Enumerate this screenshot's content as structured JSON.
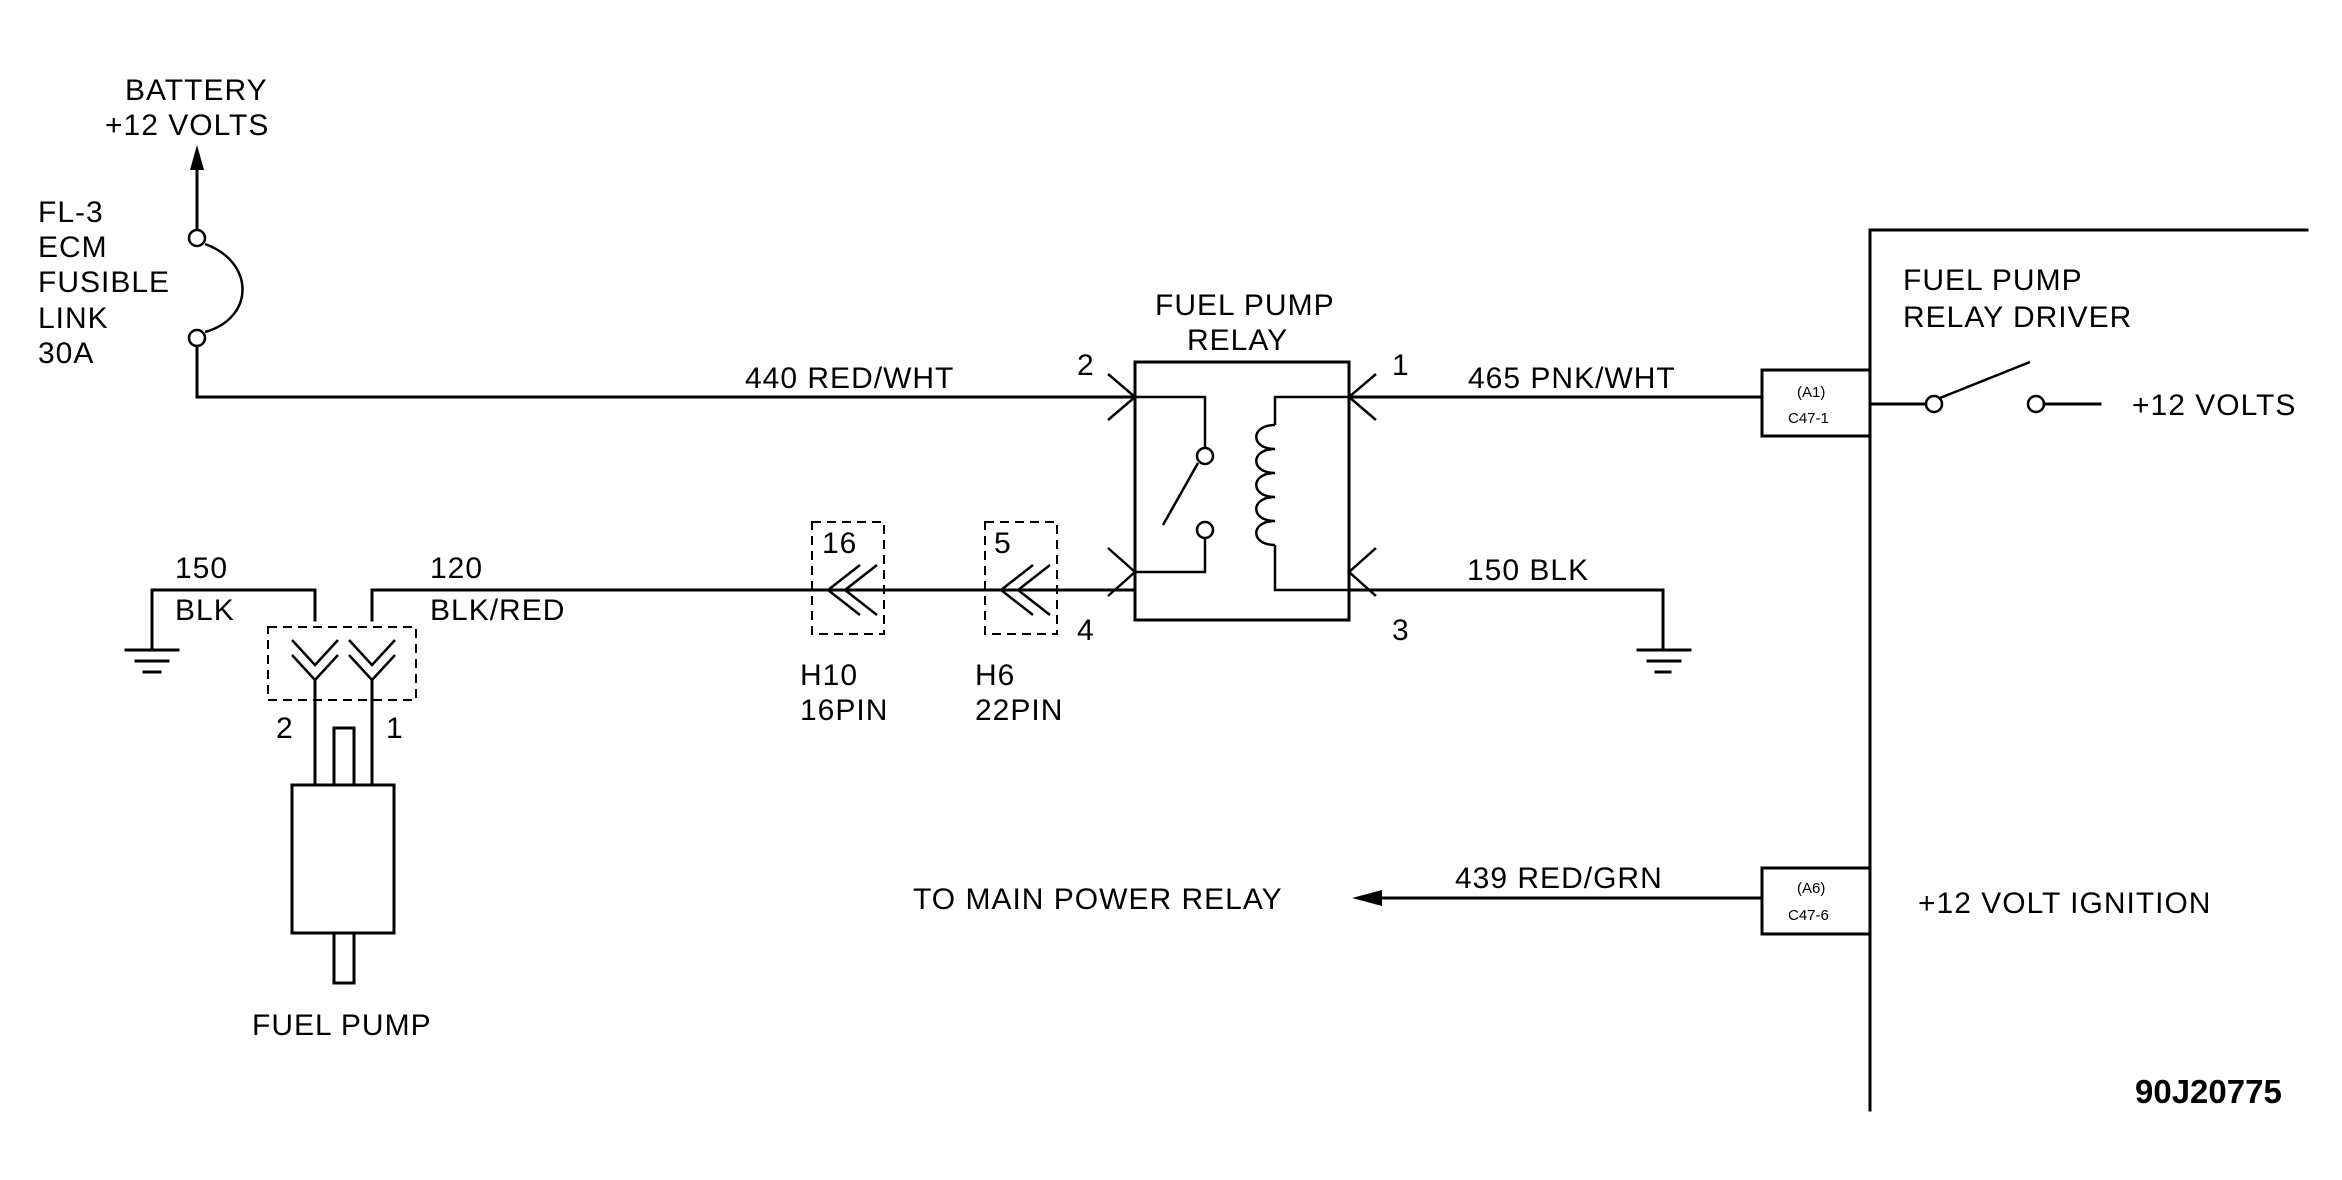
{
  "battery": {
    "line1": "BATTERY",
    "line2": "+12 VOLTS"
  },
  "fusible_link": {
    "line1": "FL-3",
    "line2": "ECM",
    "line3": "FUSIBLE",
    "line4": "LINK",
    "line5": "30A"
  },
  "relay": {
    "line1": "FUEL PUMP",
    "line2": "RELAY",
    "pin1": "1",
    "pin2": "2",
    "pin3": "3",
    "pin4": "4"
  },
  "wires": {
    "w440": "440 RED/WHT",
    "w465": "465 PNK/WHT",
    "w150_relay": "150 BLK",
    "w150_pump_num": "150",
    "w150_pump_color": "BLK",
    "w120_num": "120",
    "w120_color": "BLK/RED",
    "w439": "439 RED/GRN"
  },
  "connectors": {
    "h10": {
      "cavity": "16",
      "name": "H10",
      "pins": "16PIN"
    },
    "h6": {
      "cavity": "5",
      "name": "H6",
      "pins": "22PIN"
    },
    "pump_pin2": "2",
    "pump_pin1": "1"
  },
  "fuel_pump": {
    "label": "FUEL PUMP"
  },
  "driver": {
    "line1": "FUEL PUMP",
    "line2": "RELAY DRIVER",
    "supply": "+12 VOLTS"
  },
  "ecm_pins": {
    "a1_top": "(A1)",
    "a1_bottom": "C47-1",
    "a6_top": "(A6)",
    "a6_bottom": "C47-6"
  },
  "ignition": "+12 VOLT IGNITION",
  "main_power": "TO MAIN POWER RELAY",
  "figure_code": "90J20775"
}
